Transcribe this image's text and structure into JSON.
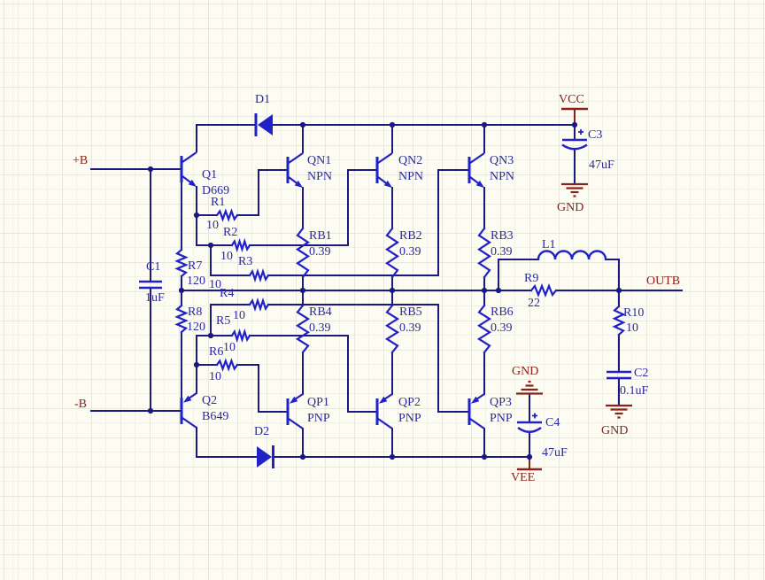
{
  "colors": {
    "canvas_bg": "#FCFCF2",
    "grid_line": "#E7E7DB",
    "grid_line_minor": "#F1F1E6",
    "wire": "#191980",
    "component": "#2121C8",
    "label": "#2A2A9E",
    "power": "#8B2119"
  },
  "nets": {
    "vcc": "VCC",
    "vee": "VEE",
    "gnd": "GND",
    "plus_b": "+B",
    "minus_b": "-B",
    "outb": "OUTB"
  },
  "components": {
    "q1": {
      "ref": "Q1",
      "val": "D669"
    },
    "q2": {
      "ref": "Q2",
      "val": "B649"
    },
    "qn1": {
      "ref": "QN1",
      "val": "NPN"
    },
    "qn2": {
      "ref": "QN2",
      "val": "NPN"
    },
    "qn3": {
      "ref": "QN3",
      "val": "NPN"
    },
    "qp1": {
      "ref": "QP1",
      "val": "PNP"
    },
    "qp2": {
      "ref": "QP2",
      "val": "PNP"
    },
    "qp3": {
      "ref": "QP3",
      "val": "PNP"
    },
    "d1": {
      "ref": "D1"
    },
    "d2": {
      "ref": "D2"
    },
    "r1": {
      "ref": "R1",
      "val": "10"
    },
    "r2": {
      "ref": "R2",
      "val": "10"
    },
    "r3": {
      "ref": "R3",
      "val": "10"
    },
    "r4": {
      "ref": "R4",
      "val": "10"
    },
    "r5": {
      "ref": "R5",
      "val": "10"
    },
    "r6": {
      "ref": "R6",
      "val": "10"
    },
    "r7": {
      "ref": "R7",
      "val": "120"
    },
    "r8": {
      "ref": "R8",
      "val": "120"
    },
    "r9": {
      "ref": "R9",
      "val": "22"
    },
    "r10": {
      "ref": "R10",
      "val": "10"
    },
    "rb1": {
      "ref": "RB1",
      "val": "0.39"
    },
    "rb2": {
      "ref": "RB2",
      "val": "0.39"
    },
    "rb3": {
      "ref": "RB3",
      "val": "0.39"
    },
    "rb4": {
      "ref": "RB4",
      "val": "0.39"
    },
    "rb5": {
      "ref": "RB5",
      "val": "0.39"
    },
    "rb6": {
      "ref": "RB6",
      "val": "0.39"
    },
    "c1": {
      "ref": "C1",
      "val": "1uF"
    },
    "c2": {
      "ref": "C2",
      "val": "0.1uF"
    },
    "c3": {
      "ref": "C3",
      "val": "47uF"
    },
    "c4": {
      "ref": "C4",
      "val": "47uF"
    },
    "l1": {
      "ref": "L1"
    }
  }
}
